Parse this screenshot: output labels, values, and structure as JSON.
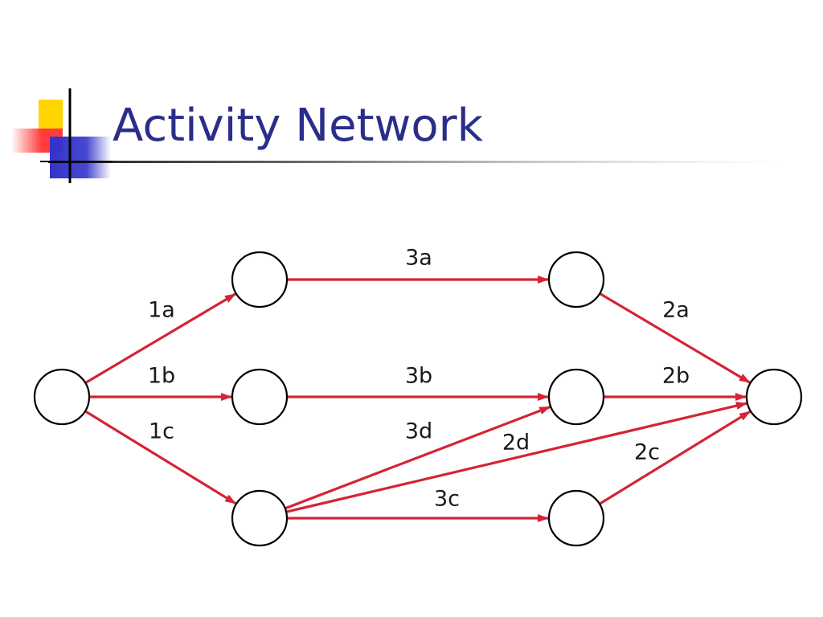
{
  "slide": {
    "title": "Activity Network"
  },
  "colors": {
    "title": "#2a2e8a",
    "edge": "#d42436",
    "node_stroke": "#000000",
    "logo_yellow": "#ffd400",
    "logo_red": "#ff3b3b",
    "logo_blue": "#3333cc"
  },
  "network": {
    "nodes": [
      "n0",
      "n1",
      "n2",
      "n3",
      "n4",
      "n5",
      "n6",
      "n7"
    ],
    "edges": [
      {
        "label": "1a",
        "from": "n0",
        "to": "n1"
      },
      {
        "label": "1b",
        "from": "n0",
        "to": "n2"
      },
      {
        "label": "1c",
        "from": "n0",
        "to": "n3"
      },
      {
        "label": "3a",
        "from": "n1",
        "to": "n4"
      },
      {
        "label": "3b",
        "from": "n2",
        "to": "n5"
      },
      {
        "label": "3d",
        "from": "n3",
        "to": "n5"
      },
      {
        "label": "3c",
        "from": "n3",
        "to": "n6"
      },
      {
        "label": "2d",
        "from": "n3",
        "to": "n7"
      },
      {
        "label": "2a",
        "from": "n4",
        "to": "n7"
      },
      {
        "label": "2b",
        "from": "n5",
        "to": "n7"
      },
      {
        "label": "2c",
        "from": "n6",
        "to": "n7"
      }
    ]
  }
}
